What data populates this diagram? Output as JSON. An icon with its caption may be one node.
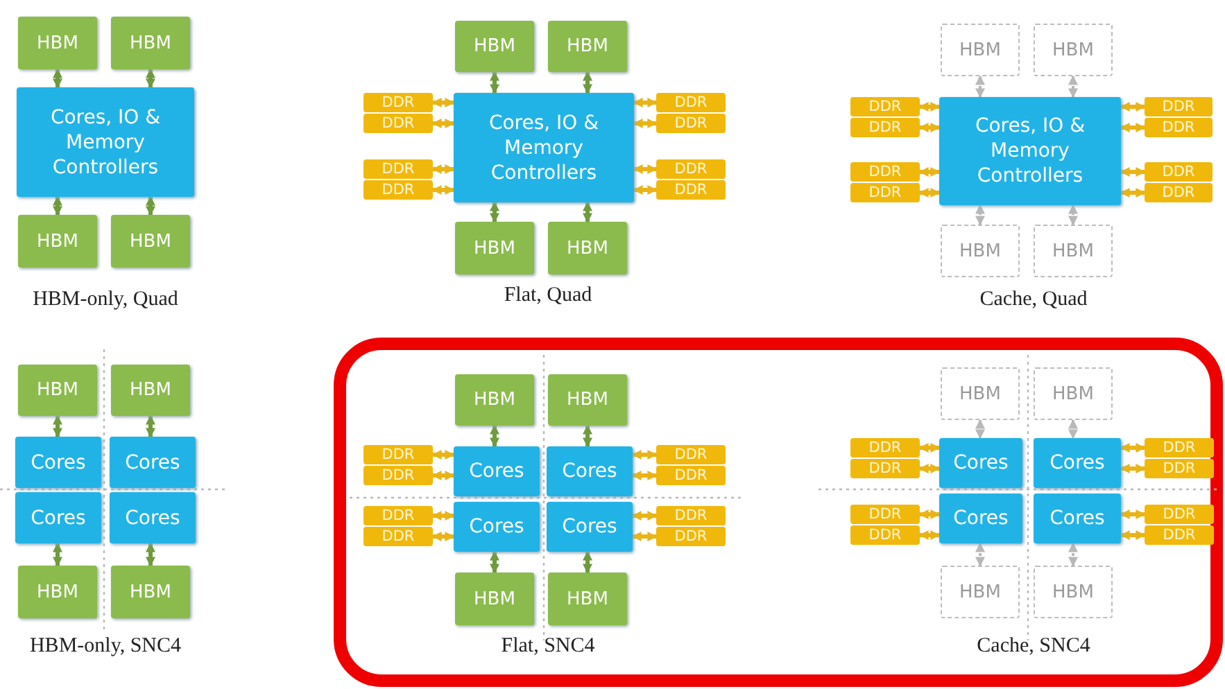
{
  "diagram": {
    "nodes": [
      {
        "text": [
          "HBM"
        ]
      },
      {
        "text": [
          "HBM"
        ]
      },
      {
        "text": [
          "Cores, IO & Memory Controllers"
        ]
      },
      {
        "text": [
          "HBM"
        ]
      },
      {
        "text": [
          "HBM"
        ]
      },
      {
        "text": [
          "HBM"
        ]
      },
      {
        "text": [
          "HBM"
        ]
      },
      {
        "text": [
          "DDR"
        ]
      },
      {
        "text": [
          "DDR"
        ]
      },
      {
        "text": [
          "DDR"
        ]
      },
      {
        "text": [
          "DDR"
        ]
      },
      {
        "text": [
          "Cores, IO & Memory Controllers"
        ]
      },
      {
        "text": [
          "DDR"
        ]
      },
      {
        "text": [
          "DDR"
        ]
      },
      {
        "text": [
          "DDR"
        ]
      },
      {
        "text": [
          "DDR"
        ]
      },
      {
        "text": [
          "HBM"
        ]
      },
      {
        "text": [
          "HBM"
        ]
      },
      {
        "text": [
          "HBM"
        ]
      },
      {
        "text": [
          "HBM"
        ]
      },
      {
        "text": [
          "DDR"
        ]
      },
      {
        "text": [
          "DDR"
        ]
      },
      {
        "text": [
          "DDR"
        ]
      },
      {
        "text": [
          "DDR"
        ]
      },
      {
        "text": [
          "Cores, IO & Memory Controllers"
        ]
      },
      {
        "text": [
          "DDR"
        ]
      },
      {
        "text": [
          "DDR"
        ]
      },
      {
        "text": [
          "DDR"
        ]
      },
      {
        "text": [
          "DDR"
        ]
      },
      {
        "text": [
          "HBM"
        ]
      },
      {
        "text": [
          "HBM"
        ]
      },
      {
        "text": [
          "HBM"
        ]
      },
      {
        "text": [
          "HBM"
        ]
      },
      {
        "text": [
          "Cores"
        ]
      },
      {
        "text": [
          "Cores"
        ]
      },
      {
        "text": [
          "Cores"
        ]
      },
      {
        "text": [
          "Cores"
        ]
      },
      {
        "text": [
          "HBM"
        ]
      },
      {
        "text": [
          "HBM"
        ]
      },
      {
        "text": [
          "HBM"
        ]
      },
      {
        "text": [
          "HBM"
        ]
      },
      {
        "text": [
          "DDR"
        ]
      },
      {
        "text": [
          "DDR"
        ]
      },
      {
        "text": [
          "DDR"
        ]
      },
      {
        "text": [
          "DDR"
        ]
      },
      {
        "text": [
          "Cores"
        ]
      },
      {
        "text": [
          "Cores"
        ]
      },
      {
        "text": [
          "Cores"
        ]
      },
      {
        "text": [
          "Cores"
        ]
      },
      {
        "text": [
          "DDR"
        ]
      },
      {
        "text": [
          "DDR"
        ]
      },
      {
        "text": [
          "DDR"
        ]
      },
      {
        "text": [
          "DDR"
        ]
      },
      {
        "text": [
          "HBM"
        ]
      },
      {
        "text": [
          "HBM"
        ]
      },
      {
        "text": [
          "HBM"
        ]
      },
      {
        "text": [
          "HBM"
        ]
      },
      {
        "text": [
          "DDR"
        ]
      },
      {
        "text": [
          "DDR"
        ]
      },
      {
        "text": [
          "DDR"
        ]
      },
      {
        "text": [
          "DDR"
        ]
      },
      {
        "text": [
          "Cores"
        ]
      },
      {
        "text": [
          "Cores"
        ]
      },
      {
        "text": [
          "Cores"
        ]
      },
      {
        "text": [
          "Cores"
        ]
      },
      {
        "text": [
          "DDR"
        ]
      },
      {
        "text": [
          "DDR"
        ]
      },
      {
        "text": [
          "DDR"
        ]
      },
      {
        "text": [
          "DDR"
        ]
      },
      {
        "text": [
          "HBM"
        ]
      },
      {
        "text": [
          "HBM"
        ]
      }
    ],
    "edges": [
      {
        "from": 0,
        "to": 2,
        "arrow": "both",
        "color": "#6f9a3e"
      },
      {
        "from": 1,
        "to": 2,
        "arrow": "both",
        "color": "#6f9a3e"
      },
      {
        "from": 3,
        "to": 2,
        "arrow": "both",
        "color": "#6f9a3e"
      },
      {
        "from": 4,
        "to": 2,
        "arrow": "both",
        "color": "#6f9a3e"
      },
      {
        "from": 5,
        "to": 11,
        "arrow": "both",
        "color": "#6f9a3e"
      },
      {
        "from": 6,
        "to": 11,
        "arrow": "both",
        "color": "#6f9a3e"
      },
      {
        "from": 7,
        "to": 11,
        "arrow": "both"
      },
      {
        "from": 8,
        "to": 11,
        "arrow": "both"
      },
      {
        "from": 9,
        "to": 11,
        "arrow": "both"
      },
      {
        "from": 10,
        "to": 11,
        "arrow": "both"
      },
      {
        "from": 12,
        "to": 11,
        "arrow": "both"
      },
      {
        "from": 13,
        "to": 11,
        "arrow": "both"
      },
      {
        "from": 14,
        "to": 11,
        "arrow": "both"
      },
      {
        "from": 15,
        "to": 11,
        "arrow": "both"
      },
      {
        "from": 16,
        "to": 11,
        "arrow": "both",
        "color": "#6f9a3e"
      },
      {
        "from": 17,
        "to": 11,
        "arrow": "both",
        "color": "#6f9a3e"
      },
      {
        "from": 18,
        "to": 24,
        "arrow": "both",
        "style": "dashed",
        "color": "#b8b8b8"
      },
      {
        "from": 19,
        "to": 24,
        "arrow": "both",
        "style": "dashed",
        "color": "#b8b8b8"
      },
      {
        "from": 20,
        "to": 24,
        "arrow": "both"
      },
      {
        "from": 21,
        "to": 24,
        "arrow": "both"
      },
      {
        "from": 22,
        "to": 24,
        "arrow": "both"
      },
      {
        "from": 23,
        "to": 24,
        "arrow": "both"
      },
      {
        "from": 25,
        "to": 24,
        "arrow": "both"
      },
      {
        "from": 26,
        "to": 24,
        "arrow": "both"
      },
      {
        "from": 27,
        "to": 24,
        "arrow": "both"
      },
      {
        "from": 28,
        "to": 24,
        "arrow": "both"
      },
      {
        "from": 29,
        "to": 24,
        "arrow": "both",
        "style": "dashed",
        "color": "#b8b8b8"
      },
      {
        "from": 30,
        "to": 24,
        "arrow": "both",
        "style": "dashed",
        "color": "#b8b8b8"
      },
      {
        "from": 31,
        "to": 33,
        "arrow": "both",
        "color": "#6f9a3e"
      },
      {
        "from": 32,
        "to": 34,
        "arrow": "both",
        "color": "#6f9a3e"
      },
      {
        "from": 37,
        "to": 35,
        "arrow": "both",
        "color": "#6f9a3e"
      },
      {
        "from": 38,
        "to": 36,
        "arrow": "both",
        "color": "#6f9a3e"
      },
      {
        "from": 39,
        "to": 45,
        "arrow": "both",
        "color": "#6f9a3e"
      },
      {
        "from": 40,
        "to": 46,
        "arrow": "both",
        "color": "#6f9a3e"
      },
      {
        "from": 41,
        "to": 45,
        "arrow": "both"
      },
      {
        "from": 42,
        "to": 45,
        "arrow": "both"
      },
      {
        "from": 43,
        "to": 47,
        "arrow": "both"
      },
      {
        "from": 44,
        "to": 47,
        "arrow": "both"
      },
      {
        "from": 49,
        "to": 46,
        "arrow": "both"
      },
      {
        "from": 50,
        "to": 46,
        "arrow": "both"
      },
      {
        "from": 51,
        "to": 48,
        "arrow": "both"
      },
      {
        "from": 52,
        "to": 48,
        "arrow": "both"
      },
      {
        "from": 53,
        "to": 47,
        "arrow": "both",
        "color": "#6f9a3e"
      },
      {
        "from": 54,
        "to": 48,
        "arrow": "both",
        "color": "#6f9a3e"
      },
      {
        "from": 55,
        "to": 61,
        "arrow": "both",
        "style": "dashed",
        "color": "#b8b8b8"
      },
      {
        "from": 56,
        "to": 62,
        "arrow": "both",
        "style": "dashed",
        "color": "#b8b8b8"
      },
      {
        "from": 57,
        "to": 61,
        "arrow": "both"
      },
      {
        "from": 58,
        "to": 61,
        "arrow": "both"
      },
      {
        "from": 59,
        "to": 63,
        "arrow": "both"
      },
      {
        "from": 60,
        "to": 63,
        "arrow": "both"
      },
      {
        "from": 65,
        "to": 62,
        "arrow": "both"
      },
      {
        "from": 66,
        "to": 62,
        "arrow": "both"
      },
      {
        "from": 67,
        "to": 64,
        "arrow": "both"
      },
      {
        "from": 68,
        "to": 64,
        "arrow": "both"
      },
      {
        "from": 69,
        "to": 63,
        "arrow": "both",
        "style": "dashed",
        "color": "#b8b8b8"
      },
      {
        "from": 70,
        "to": 64,
        "arrow": "both",
        "style": "dashed",
        "color": "#b8b8b8"
      }
    ],
    "labels": [
      "HBM-only, Quad",
      "Flat, Quad",
      "Cache, Quad",
      "HBM-only, SNC4",
      "Flat, SNC4",
      "Cache, SNC4"
    ]
  }
}
